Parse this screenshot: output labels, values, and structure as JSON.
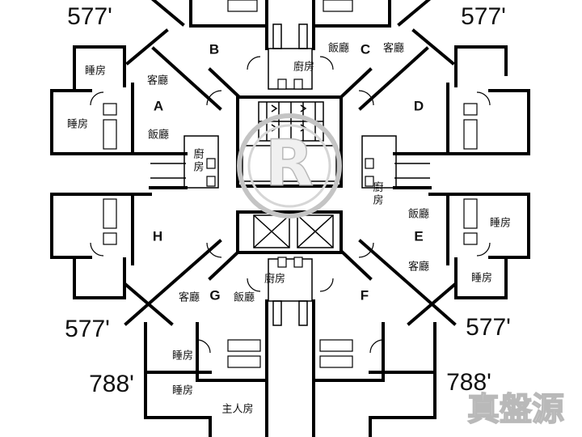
{
  "units": {
    "A": "A",
    "B": "B",
    "C": "C",
    "D": "D",
    "E": "E",
    "F": "F",
    "G": "G",
    "H": "H"
  },
  "rooms": {
    "bedroom": "睡房",
    "master_bedroom": "主人房",
    "living": "客廳",
    "dining": "飯廳",
    "kitchen": "廚房",
    "kitchen_top": "廚",
    "kitchen_bottom": "房"
  },
  "areas": {
    "top_left": "577'",
    "top_right": "577'",
    "bottom_left": "577'",
    "bottom_right": "577'",
    "lower_left": "788'",
    "lower_right": "788'"
  },
  "watermark": {
    "text": "真盤源",
    "logo_letter": "R"
  },
  "colors": {
    "walls": "#000000",
    "background": "#ffffff",
    "watermark": "#b9b9b9"
  }
}
